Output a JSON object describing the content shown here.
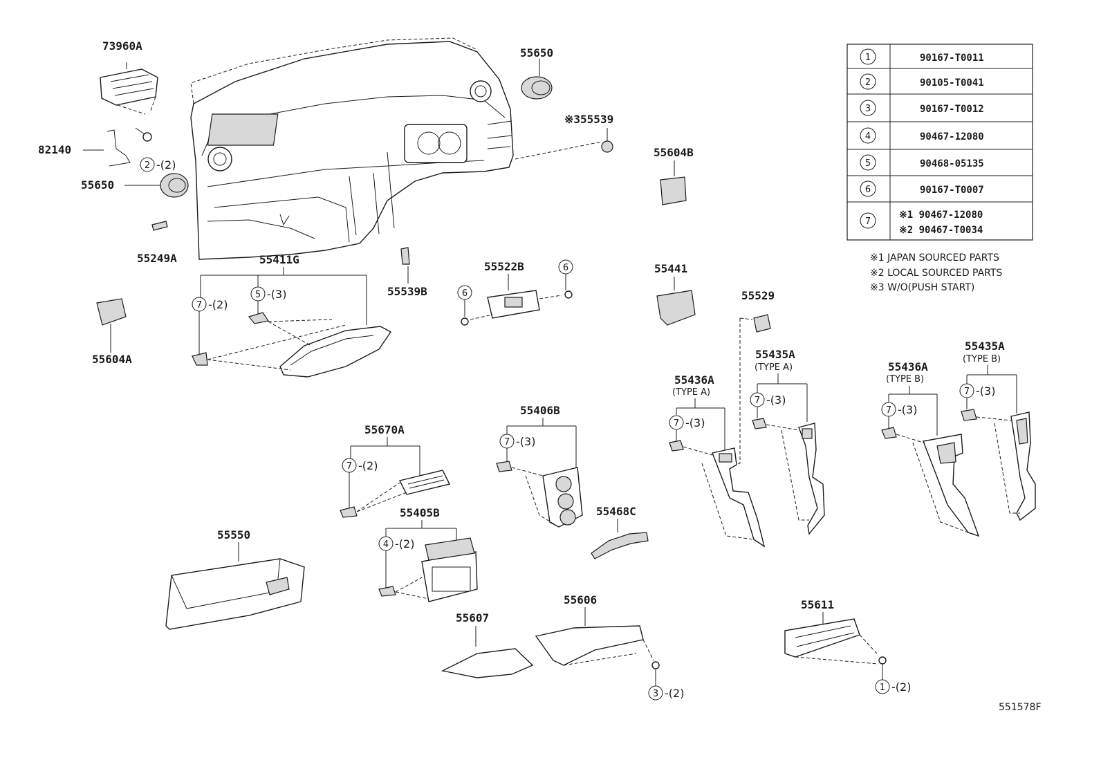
{
  "labels": {
    "p73960A": "73960A",
    "p82140": "82140",
    "p55650a": "55650",
    "p55650b": "55650",
    "p55249A": "55249A",
    "p55604A": "55604A",
    "p55411G": "55411G",
    "p55539B": "55539B",
    "p55539": "※355539",
    "p55604B": "55604B",
    "p55522B": "55522B",
    "p55441": "55441",
    "p55529": "55529",
    "p55670A": "55670A",
    "p55406B": "55406B",
    "p55405B": "55405B",
    "p55468C": "55468C",
    "p55550": "55550",
    "p55607": "55607",
    "p55606": "55606",
    "p55611": "55611",
    "p55436A_a": "55436A",
    "p55435A_a": "55435A",
    "p55436A_b": "55436A",
    "p55435A_b": "55435A",
    "type_a1": "(TYPE A)",
    "type_a2": "(TYPE A)",
    "type_b1": "(TYPE B)",
    "type_b2": "(TYPE B)",
    "diagram_id": "551578F"
  },
  "callouts": {
    "c2_2": {
      "num": "2",
      "qty": "-(2)"
    },
    "c7_2a": {
      "num": "7",
      "qty": "-(2)"
    },
    "c5_3": {
      "num": "5",
      "qty": "-(3)"
    },
    "c6a": {
      "num": "6",
      "qty": ""
    },
    "c6b": {
      "num": "6",
      "qty": ""
    },
    "c7_2b": {
      "num": "7",
      "qty": "-(2)"
    },
    "c7_3a": {
      "num": "7",
      "qty": "-(3)"
    },
    "c4_2": {
      "num": "4",
      "qty": "-(2)"
    },
    "c3_2": {
      "num": "3",
      "qty": "-(2)"
    },
    "c1_2": {
      "num": "1",
      "qty": "-(2)"
    },
    "c7_3b": {
      "num": "7",
      "qty": "-(3)"
    },
    "c7_3c": {
      "num": "7",
      "qty": "-(3)"
    },
    "c7_3d": {
      "num": "7",
      "qty": "-(3)"
    },
    "c7_3e": {
      "num": "7",
      "qty": "-(3)"
    }
  },
  "parts_table": [
    {
      "ref": "1",
      "part": "90167-T0011"
    },
    {
      "ref": "2",
      "part": "90105-T0041"
    },
    {
      "ref": "3",
      "part": "90167-T0012"
    },
    {
      "ref": "4",
      "part": "90467-12080"
    },
    {
      "ref": "5",
      "part": "90468-05135"
    },
    {
      "ref": "6",
      "part": "90167-T0007"
    },
    {
      "ref": "7",
      "part": "※1 90467-12080",
      "part2": "※2 90467-T0034"
    }
  ],
  "notes": [
    "※1 JAPAN SOURCED PARTS",
    "※2 LOCAL SOURCED PARTS",
    "※3 W/O(PUSH START)"
  ]
}
